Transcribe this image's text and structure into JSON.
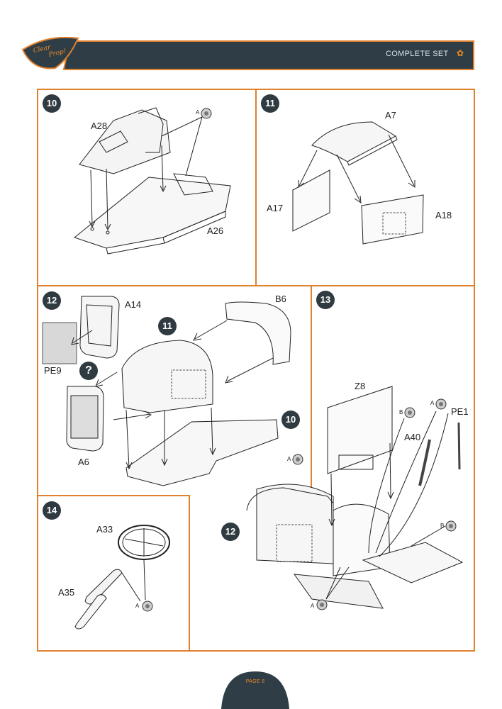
{
  "header": {
    "brand_line1": "Clear",
    "brand_line2": "Prop!",
    "set_title": "COMPLETE SET",
    "gear_glyph": "✿",
    "bar_color": "#2f3e46",
    "accent_color": "#e0812e"
  },
  "steps": {
    "s10": {
      "number": "10",
      "parts": [
        "A28",
        "A26"
      ],
      "glue": "A"
    },
    "s11": {
      "number": "11",
      "parts": [
        "A7",
        "A17",
        "A18"
      ]
    },
    "s12": {
      "number": "12",
      "parts": [
        "A14",
        "B6",
        "PE9",
        "A6"
      ],
      "refs": [
        "11",
        "10"
      ],
      "question": "?"
    },
    "s13": {
      "number": "13",
      "parts": [
        "Z8",
        "A40",
        "PE1"
      ],
      "glue": [
        "A",
        "B",
        "A",
        "B",
        "A"
      ],
      "ref": "12"
    },
    "s14": {
      "number": "14",
      "parts": [
        "A33",
        "A35"
      ],
      "glue": "A"
    }
  },
  "footer": {
    "page": "PAGE 6"
  }
}
